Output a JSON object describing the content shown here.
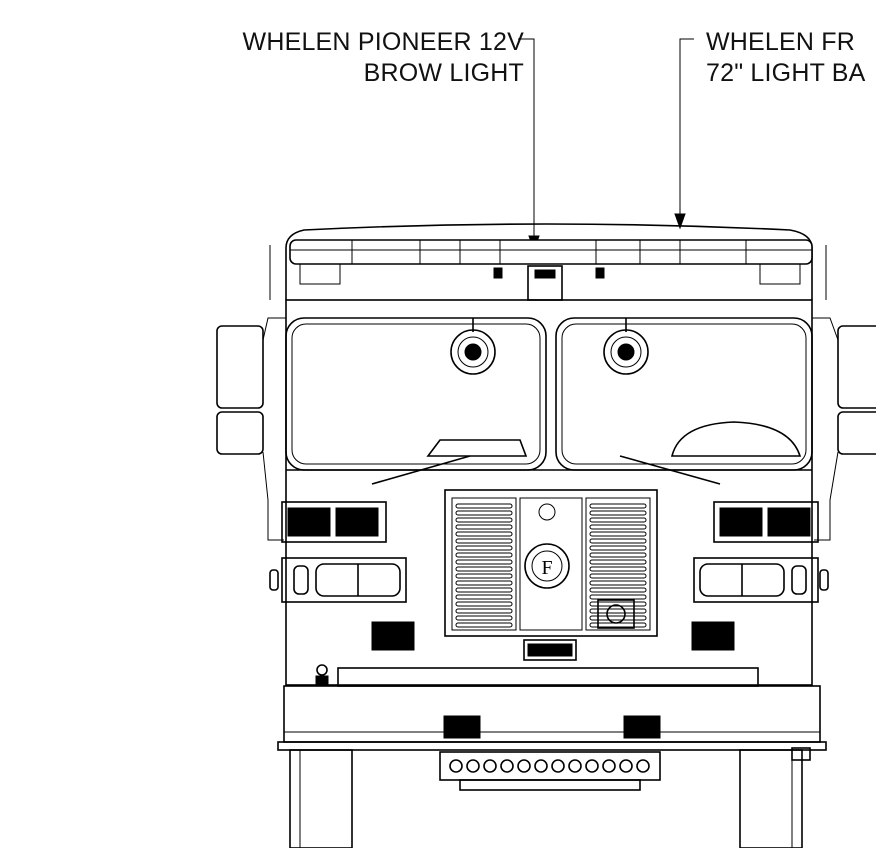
{
  "callouts": {
    "left": {
      "line1": "WHELEN PIONEER 12V",
      "line2": "BROW LIGHT"
    },
    "right": {
      "line1": "WHELEN FR",
      "line2": "72\" LIGHT BA"
    }
  },
  "grille_badge": "F",
  "colors": {
    "ink": "#000000",
    "paper": "#ffffff"
  }
}
